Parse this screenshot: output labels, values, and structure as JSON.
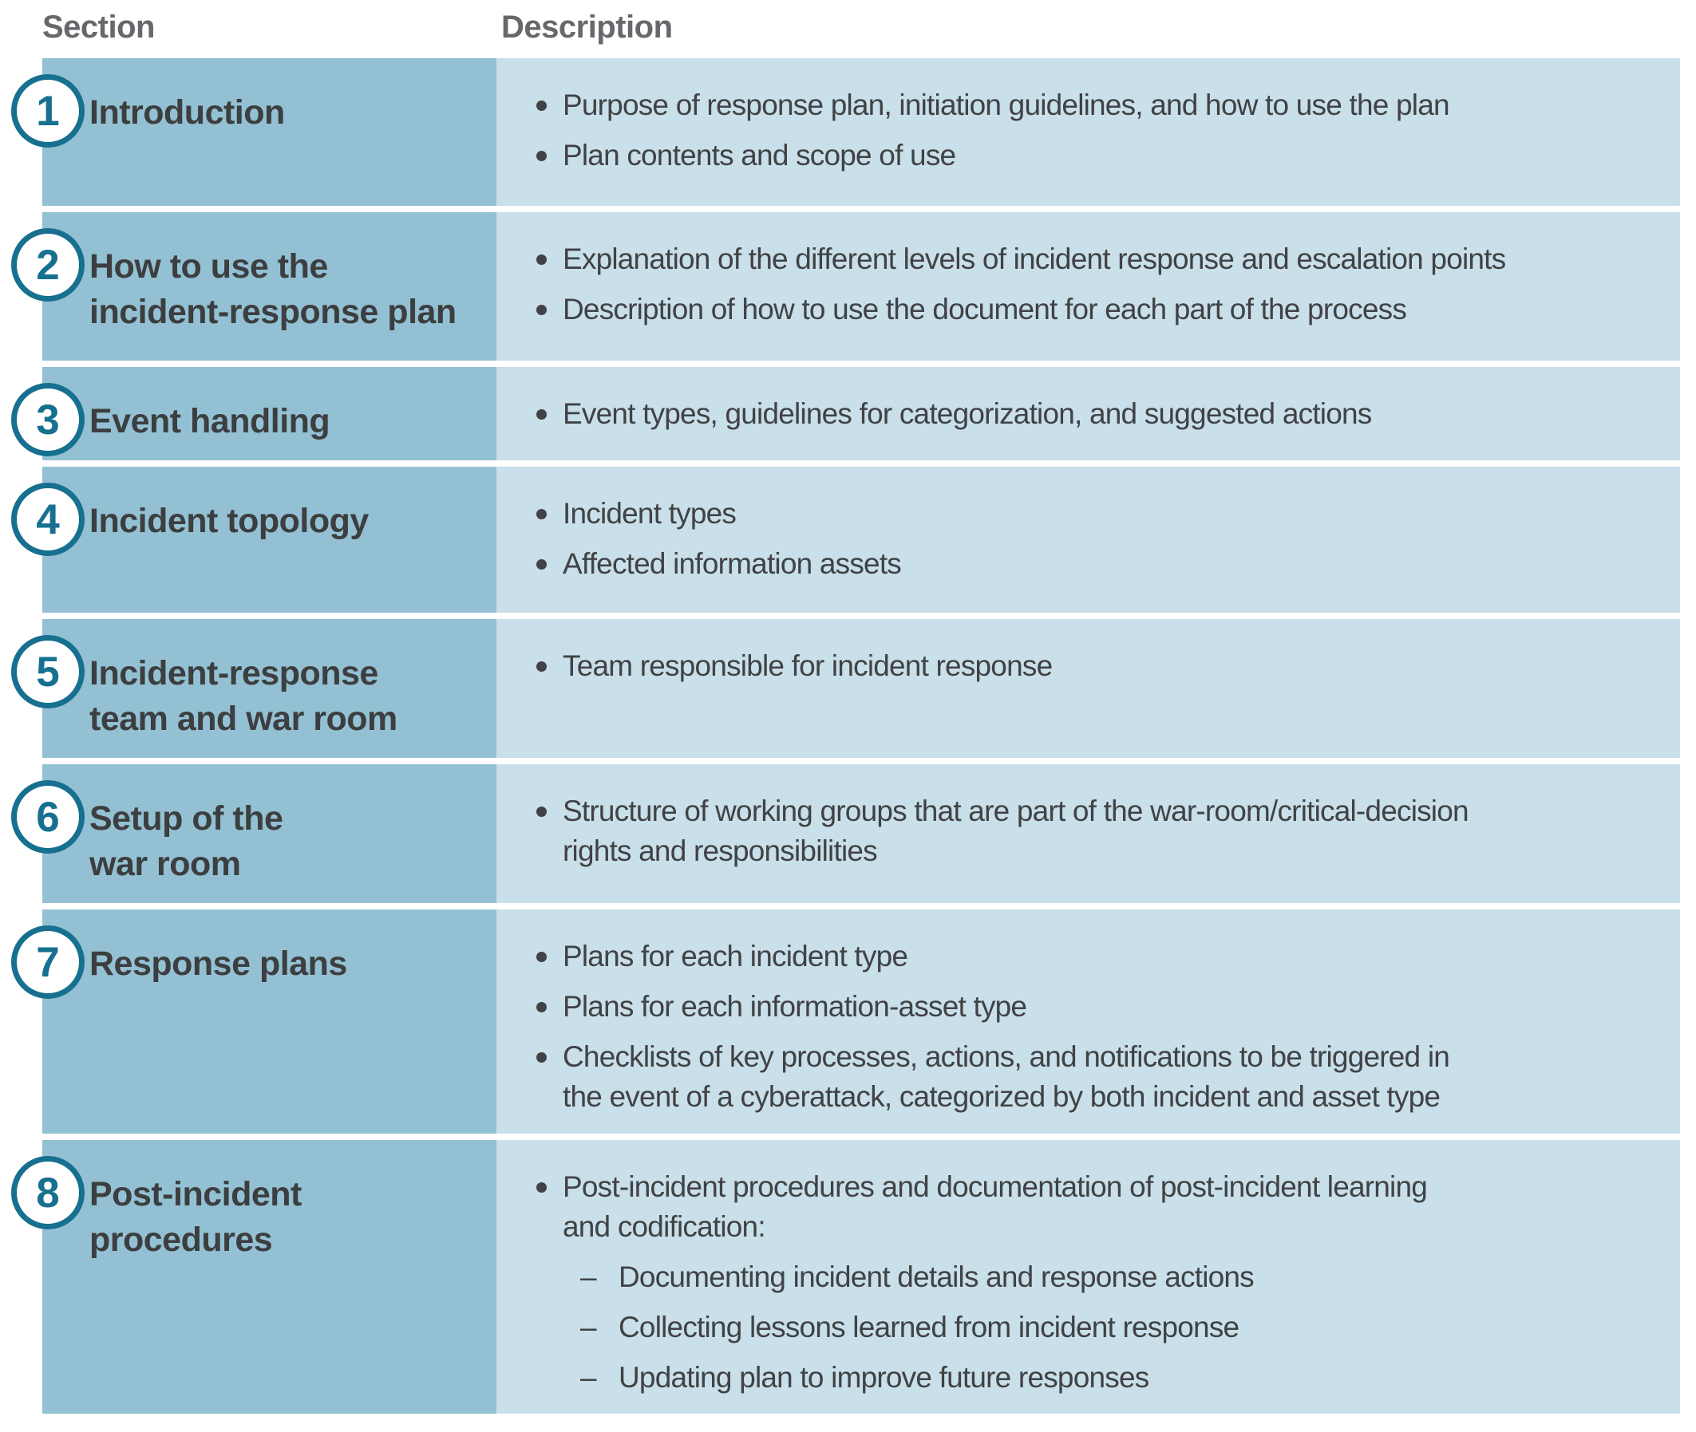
{
  "table": {
    "headers": {
      "section": "Section",
      "description": "Description"
    },
    "colors": {
      "section_bg": "#93c1d3",
      "description_bg": "#c9dfe9",
      "badge": "#17708f",
      "title_text": "#3c3e40",
      "body_text": "#404245",
      "header_text": "#66686c"
    },
    "sub_bullet_glyph": "–",
    "rows": [
      {
        "number": "1",
        "title_lines": [
          "Introduction"
        ],
        "bullets": [
          {
            "lines": [
              "Purpose of response plan, initiation guidelines, and how to use the plan"
            ]
          },
          {
            "lines": [
              "Plan contents and scope of use"
            ]
          }
        ]
      },
      {
        "number": "2",
        "title_lines": [
          "How to use the",
          "incident-response plan"
        ],
        "bullets": [
          {
            "lines": [
              "Explanation of the different levels of incident response and escalation points"
            ]
          },
          {
            "lines": [
              "Description of how to use the document for each part of the process"
            ]
          }
        ]
      },
      {
        "number": "3",
        "title_lines": [
          "Event handling"
        ],
        "bullets": [
          {
            "lines": [
              "Event types, guidelines for categorization, and suggested actions"
            ]
          }
        ]
      },
      {
        "number": "4",
        "title_lines": [
          "Incident topology"
        ],
        "bullets": [
          {
            "lines": [
              "Incident types"
            ]
          },
          {
            "lines": [
              "Affected information assets"
            ]
          }
        ]
      },
      {
        "number": "5",
        "title_lines": [
          "Incident-response",
          "team and war room"
        ],
        "bullets": [
          {
            "lines": [
              "Team responsible for incident response"
            ]
          }
        ]
      },
      {
        "number": "6",
        "title_lines": [
          "Setup of the",
          "war room"
        ],
        "bullets": [
          {
            "lines": [
              "Structure of working groups that are part of the war-room/critical-decision",
              "rights and responsibilities"
            ]
          }
        ]
      },
      {
        "number": "7",
        "title_lines": [
          "Response plans"
        ],
        "bullets": [
          {
            "lines": [
              "Plans for each incident type"
            ]
          },
          {
            "lines": [
              "Plans for each information-asset type"
            ]
          },
          {
            "lines": [
              "Checklists of key processes, actions, and notifications to be triggered in",
              "the event of a cyberattack, categorized by both incident and asset type"
            ]
          }
        ]
      },
      {
        "number": "8",
        "title_lines": [
          "Post-incident",
          "procedures"
        ],
        "bullets": [
          {
            "lines": [
              "Post-incident procedures and documentation of post-incident learning",
              "and codification:"
            ],
            "sub": [
              "Documenting incident details and response actions",
              "Collecting lessons learned from incident response",
              "Updating plan to improve future responses"
            ]
          }
        ]
      }
    ]
  }
}
